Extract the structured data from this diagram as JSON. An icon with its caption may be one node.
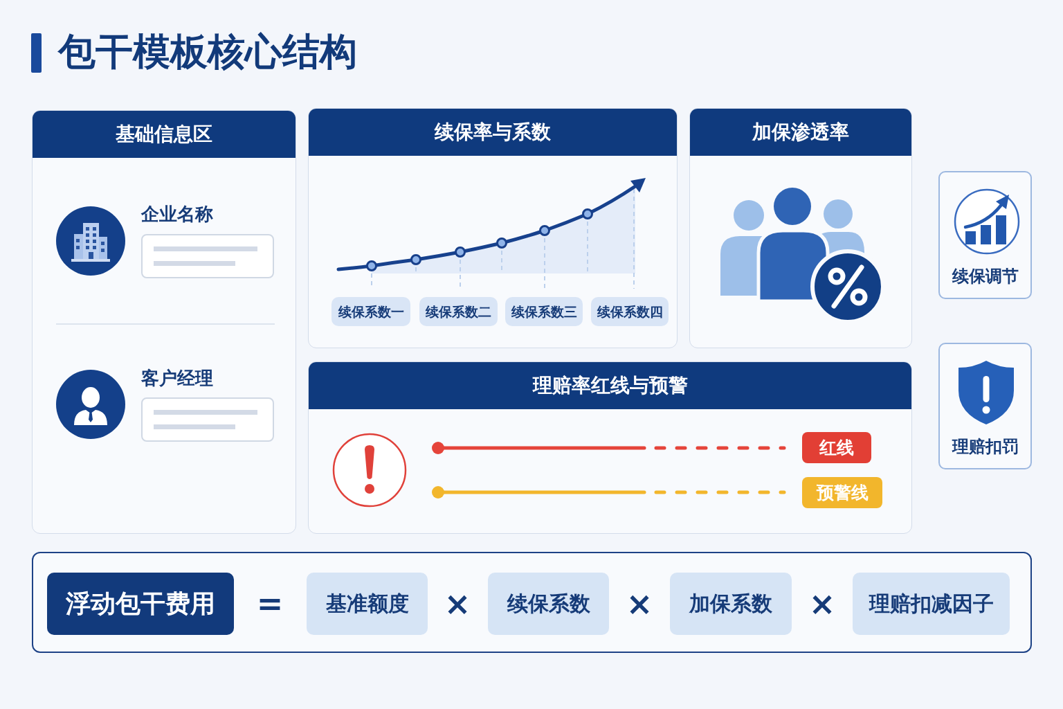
{
  "diagram": {
    "title": "包干模板核心结构",
    "nodes": [
      {
        "text": [
          "基础信息区"
        ]
      },
      {
        "text": [
          "企业名称"
        ],
        "in": 0
      },
      {
        "text": [
          "客户经理"
        ],
        "in": 0
      },
      {
        "text": [
          "续保率与系数"
        ]
      },
      {
        "text": [
          "续保系数一"
        ],
        "in": 3
      },
      {
        "text": [
          "续保系数二"
        ],
        "in": 3
      },
      {
        "text": [
          "续保系数三"
        ],
        "in": 3
      },
      {
        "text": [
          "续保系数四"
        ],
        "in": 3
      },
      {
        "text": [
          "加保渗透率"
        ]
      },
      {
        "text": [
          "理赔率红线与预警"
        ]
      },
      {
        "text": [
          "红线"
        ],
        "in": 9
      },
      {
        "text": [
          "预警线"
        ],
        "in": 9
      },
      {
        "text": [
          "续保调节"
        ]
      },
      {
        "text": [
          "理赔扣罚"
        ]
      },
      {
        "text": [],
        "shape": "box"
      },
      {
        "text": [
          "浮动包干费用"
        ],
        "in": 14
      },
      {
        "text": [
          "基准额度"
        ],
        "in": 14
      },
      {
        "text": [
          "续保系数"
        ],
        "in": 14
      },
      {
        "text": [
          "加保系数"
        ],
        "in": 14
      },
      {
        "text": [
          "理赔扣减因子"
        ],
        "in": 14
      }
    ],
    "labels": [
      "=",
      "×",
      "×",
      "×"
    ]
  }
}
